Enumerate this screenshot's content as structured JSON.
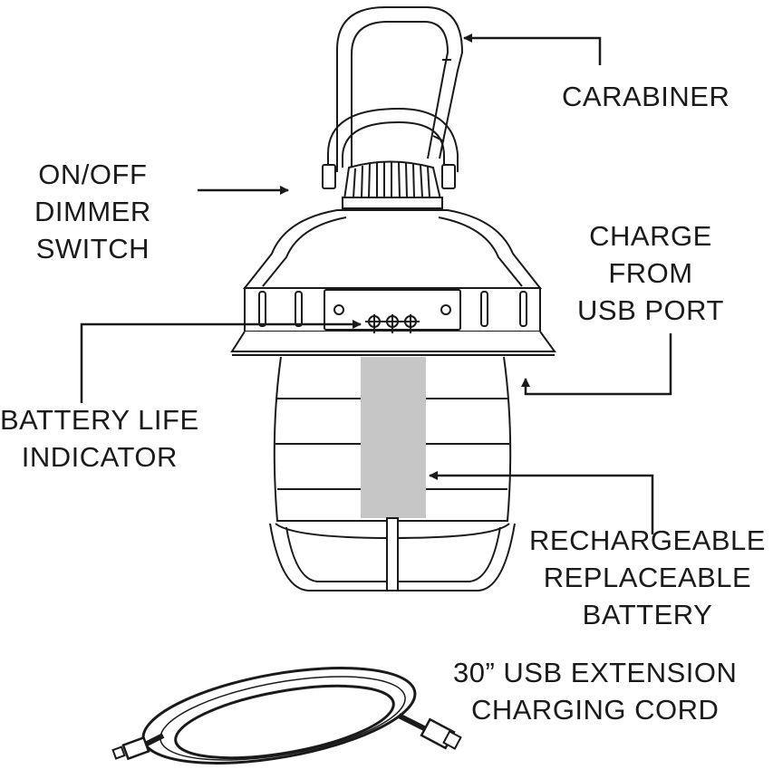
{
  "colors": {
    "ink": "#1a1a1a",
    "battery": "#c6c6c6",
    "background": "#ffffff"
  },
  "callouts": {
    "carabiner": {
      "lines": [
        "CARABINER"
      ]
    },
    "dimmer": {
      "lines": [
        "ON/OFF",
        "DIMMER",
        "SWITCH"
      ]
    },
    "usb_port": {
      "lines": [
        "CHARGE",
        "FROM",
        "USB PORT"
      ]
    },
    "battery_indicator": {
      "lines": [
        "BATTERY LIFE",
        "INDICATOR"
      ]
    },
    "battery": {
      "lines": [
        "RECHARGEABLE",
        "REPLACEABLE",
        "BATTERY"
      ]
    },
    "cord": {
      "lines": [
        "30” USB EXTENSION",
        "CHARGING CORD"
      ]
    }
  }
}
